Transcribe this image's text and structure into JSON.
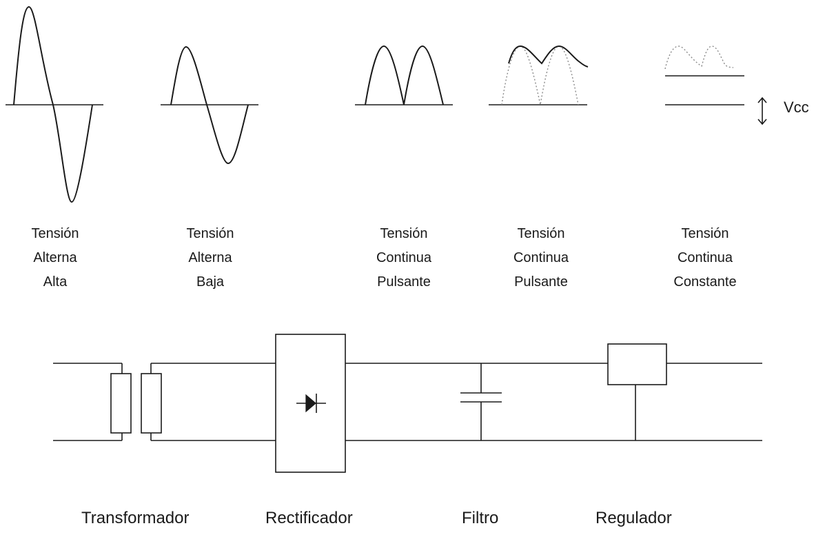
{
  "waveforms": [
    {
      "lines": [
        "Tensión",
        "Alterna",
        "Alta"
      ]
    },
    {
      "lines": [
        "Tensión",
        "Alterna",
        "Baja"
      ]
    },
    {
      "lines": [
        "Tensión",
        "Continua",
        "Pulsante"
      ]
    },
    {
      "lines": [
        "Tensión",
        "Continua",
        "Pulsante"
      ]
    },
    {
      "lines": [
        "Tensión",
        "Continua",
        "Constante"
      ]
    }
  ],
  "vcc_label": "Vcc",
  "stages": {
    "transformer": "Transformador",
    "rectifier": "Rectificador",
    "filter": "Filtro",
    "regulator": "Regulador"
  }
}
